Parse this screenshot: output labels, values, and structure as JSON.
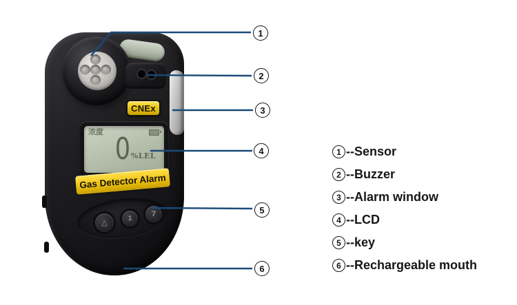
{
  "device": {
    "badge_label": "CNEx",
    "product_band_label": "Gas Detector Alarm",
    "lcd": {
      "concentration_label": "浓度",
      "value": "0",
      "unit": "%LEL"
    },
    "buttons": [
      {
        "glyph": "△"
      },
      {
        "glyph": "1"
      },
      {
        "glyph": "7"
      }
    ]
  },
  "callouts": [
    {
      "number": "1"
    },
    {
      "number": "2"
    },
    {
      "number": "3"
    },
    {
      "number": "4"
    },
    {
      "number": "5"
    },
    {
      "number": "6"
    }
  ],
  "legend": {
    "items": [
      {
        "number": "1",
        "label": "--Sensor"
      },
      {
        "number": "2",
        "label": "--Buzzer"
      },
      {
        "number": "3",
        "label": "--Alarm window"
      },
      {
        "number": "4",
        "label": "--LCD"
      },
      {
        "number": "5",
        "label": "--key"
      },
      {
        "number": "6",
        "label": "--Rechargeable mouth"
      }
    ]
  },
  "colors": {
    "callout_line": "#1a4a78",
    "badge_yellow": "#edc515",
    "band_yellow": "#eec211",
    "lcd_background": "#b4bdaa",
    "device_body": "#1c1c1e"
  }
}
